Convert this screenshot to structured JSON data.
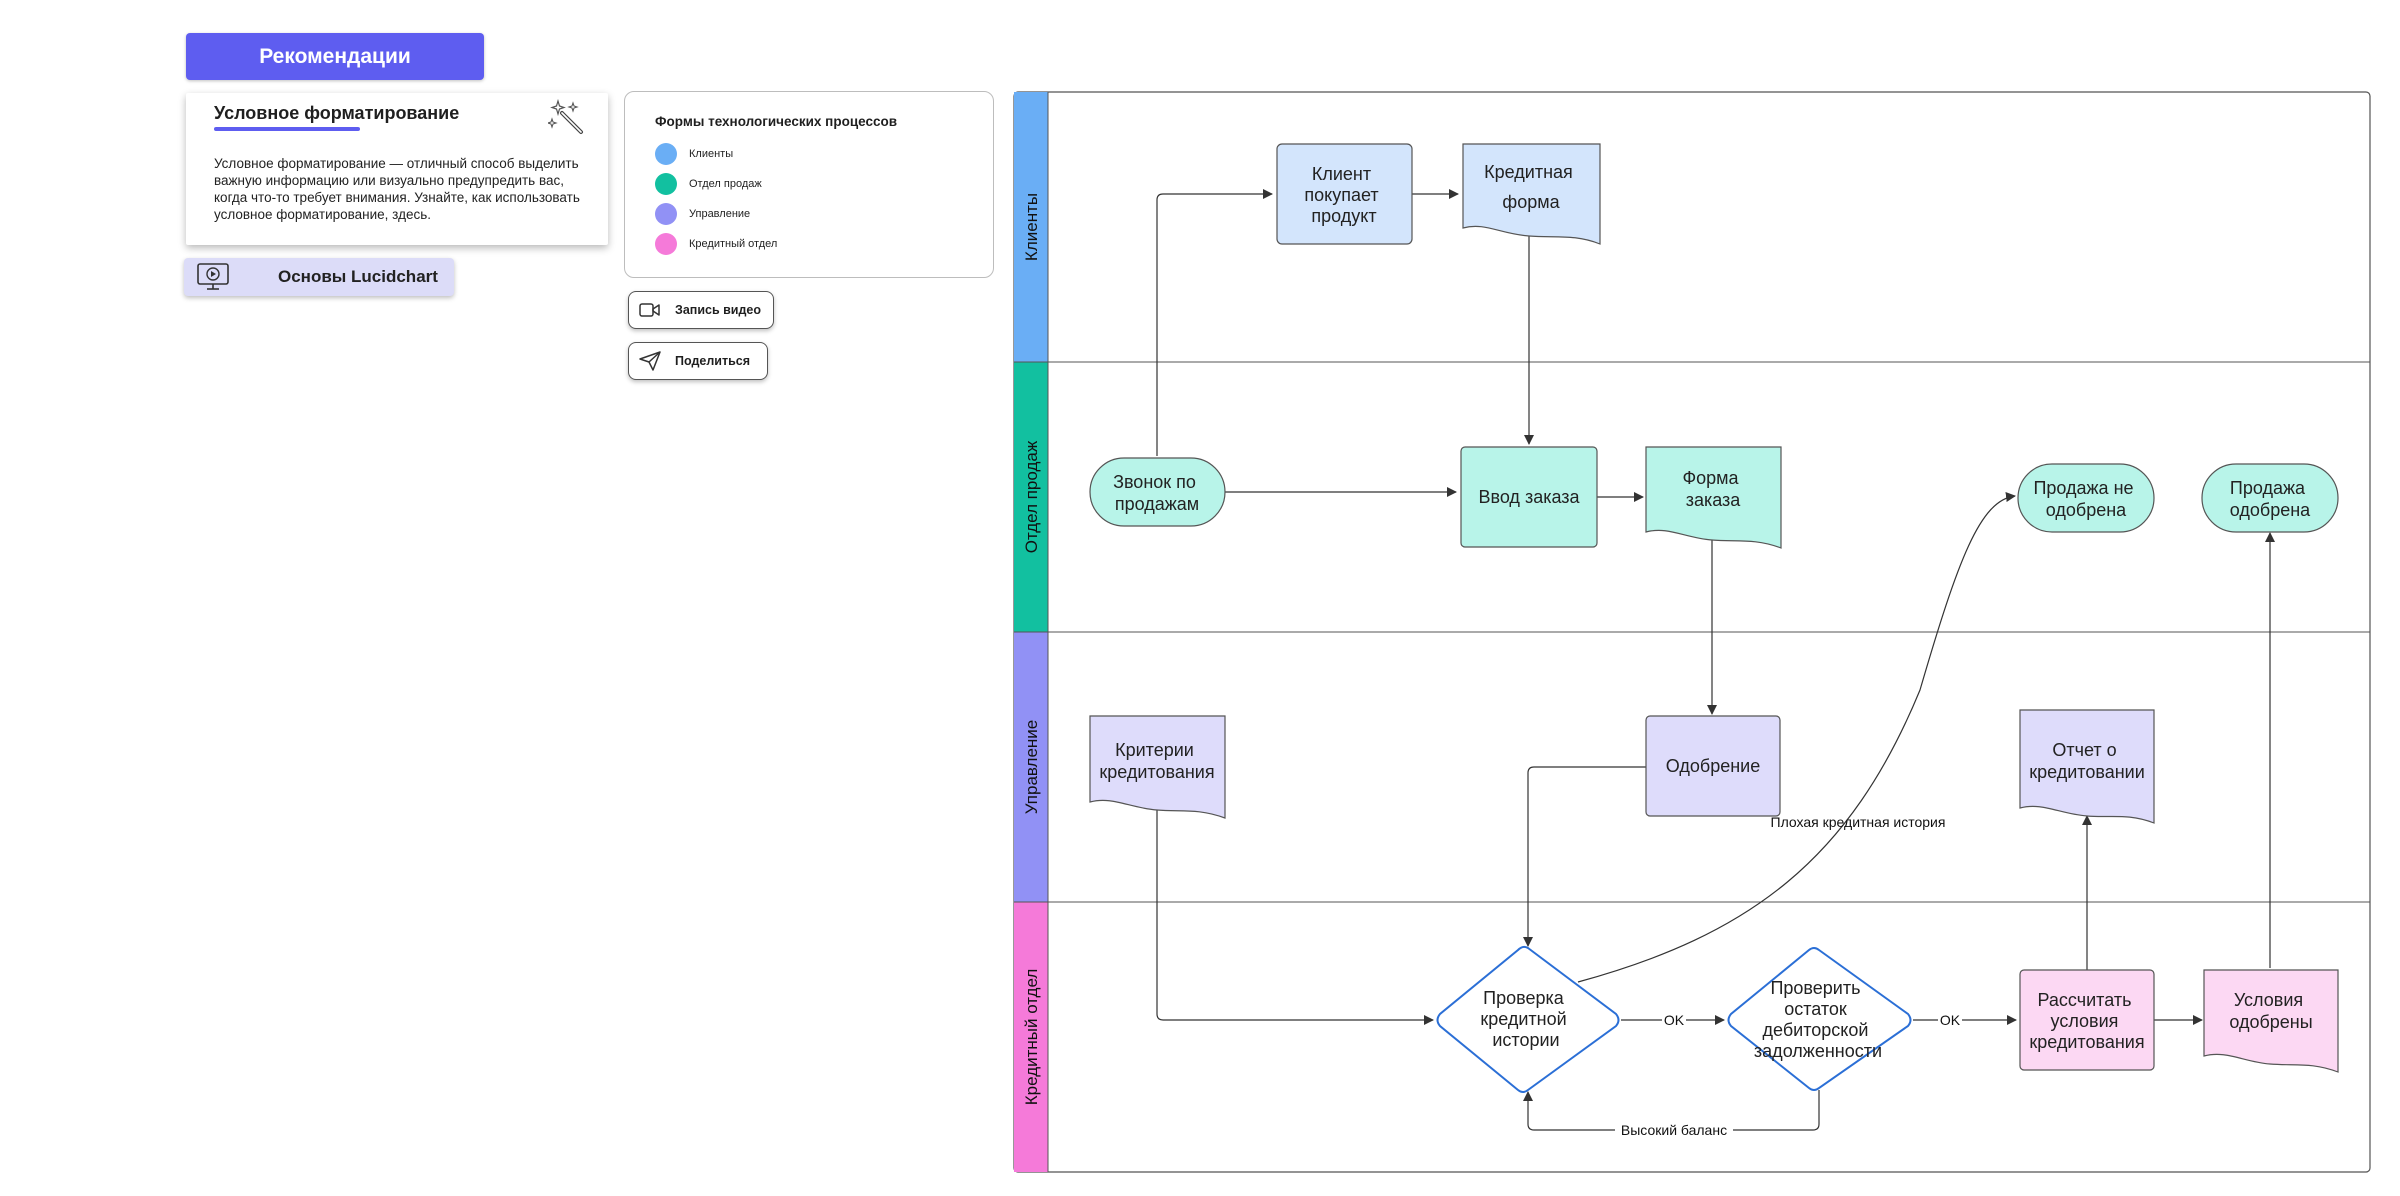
{
  "recommendations": {
    "button_label": "Рекомендации",
    "card": {
      "title": "Условное форматирование",
      "text": "Условное форматирование — отличный способ выделить важную информацию или визуально предупредить вас, когда что-то требует внимания. Узнайте, как использовать условное форматирование, здесь."
    },
    "basics_label": "Основы Lucidchart"
  },
  "legend": {
    "title": "Формы технологических процессов",
    "items": [
      {
        "label": "Клиенты",
        "color": "#6aaef5"
      },
      {
        "label": "Отдел продаж",
        "color": "#12c0a0"
      },
      {
        "label": "Управление",
        "color": "#9191f5"
      },
      {
        "label": "Кредитный отдел",
        "color": "#f57ad9"
      }
    ]
  },
  "actions": {
    "record_video": "Запись видео",
    "share": "Поделиться"
  },
  "diagram": {
    "lanes": [
      {
        "label": "Клиенты",
        "color": "#6aaef5"
      },
      {
        "label": "Отдел продаж",
        "color": "#12c0a0"
      },
      {
        "label": "Управление",
        "color": "#9191f5"
      },
      {
        "label": "Кредитный отдел",
        "color": "#f57ad9"
      }
    ],
    "nodes": {
      "client_buys": [
        "Клиент",
        "покупает",
        "продукт"
      ],
      "credit_form": [
        "Кредитная",
        "форма"
      ],
      "sales_call": [
        "Звонок по",
        "продажам"
      ],
      "order_entry": [
        "Ввод заказа"
      ],
      "order_form": [
        "Форма",
        "заказа"
      ],
      "sale_not_approved": [
        "Продажа не",
        "одобрена"
      ],
      "sale_approved": [
        "Продажа",
        "одобрена"
      ],
      "credit_criteria": [
        "Критерии",
        "кредитования"
      ],
      "approval": [
        "Одобрение"
      ],
      "credit_report": [
        "Отчет о",
        "кредитовании"
      ],
      "check_credit_history": [
        "Проверка",
        "кредитной",
        "истории"
      ],
      "check_receivables": [
        "Проверить",
        "остаток",
        "дебиторской",
        "задолженности"
      ],
      "calc_terms": [
        "Рассчитать",
        "условия",
        "кредитования"
      ],
      "terms_approved": [
        "Условия",
        "одобрены"
      ]
    },
    "edge_labels": {
      "bad_history": "Плохая кредитная история",
      "ok1": "OK",
      "ok2": "OK",
      "high_balance": "Высокий баланс"
    },
    "colors": {
      "client": "#d3e5fc",
      "sales": "#b8f4e9",
      "management": "#dedcfb",
      "credit": "#fcd8f3",
      "decision_stroke": "#2b6fd6"
    }
  }
}
